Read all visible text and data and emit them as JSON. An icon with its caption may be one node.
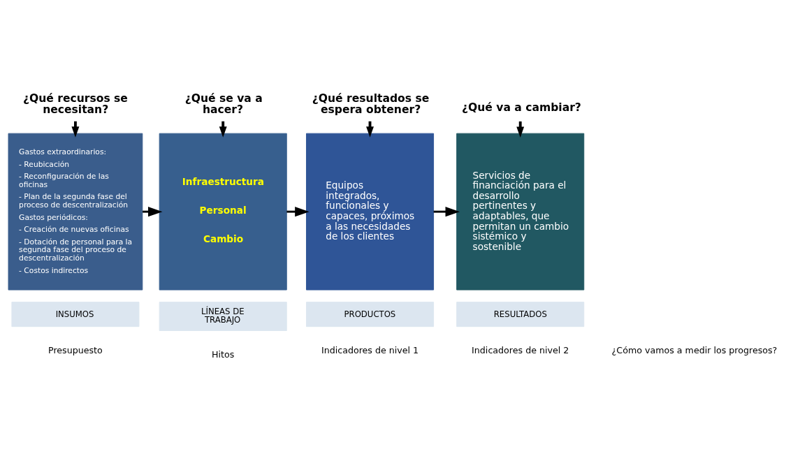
{
  "diagram": {
    "nodes": [
      {
        "text": [
          "¿Qué recursos se necesitan?"
        ]
      },
      {
        "text": [
          "Gastos extraordinarios:",
          "- Reubicación",
          "- Reconfiguración de las oficinas",
          "- Plan de la segunda fase del proceso de descentralización",
          "Gastos periódicos:",
          "- Creación de nuevas oficinas",
          "- Dotación de personal para la segunda fase del proceso de descentralización",
          "- Costos indirectos"
        ]
      },
      {
        "text": [
          "INSUMOS"
        ]
      },
      {
        "text": [
          "¿Qué se va a hacer?"
        ]
      },
      {
        "text": [
          "Infraestructura",
          "Personal",
          "Cambio"
        ]
      },
      {
        "text": [
          "LÍNEAS DE TRABAJO"
        ]
      },
      {
        "text": [
          "¿Qué resultados se espera obtener?"
        ]
      },
      {
        "text": [
          "Equipos integrados, funcionales y capaces, próximos a las necesidades de los clientes"
        ]
      },
      {
        "text": [
          "PRODUCTOS"
        ]
      },
      {
        "text": [
          "¿Qué va a cambiar?"
        ]
      },
      {
        "text": [
          "Servicios de financiación para el desarrollo pertinentes y adaptables, que permitan un cambio sistémico y sostenible"
        ]
      },
      {
        "text": [
          "RESULTADOS"
        ]
      }
    ],
    "edges": [
      {
        "from": 0,
        "to": 1,
        "arrow": "to"
      },
      {
        "from": 1,
        "to": 4,
        "arrow": "to"
      },
      {
        "from": 3,
        "to": 4,
        "arrow": "to"
      },
      {
        "from": 4,
        "to": 7,
        "arrow": "to"
      },
      {
        "from": 6,
        "to": 7,
        "arrow": "to"
      },
      {
        "from": 7,
        "to": 10,
        "arrow": "to"
      },
      {
        "from": 9,
        "to": 10,
        "arrow": "to"
      }
    ],
    "labels": [
      "Presupuesto",
      "Hitos",
      "Indicadores de nivel 1",
      "Indicadores de nivel 2",
      "¿Cómo vamos a medir los progresos?"
    ]
  }
}
